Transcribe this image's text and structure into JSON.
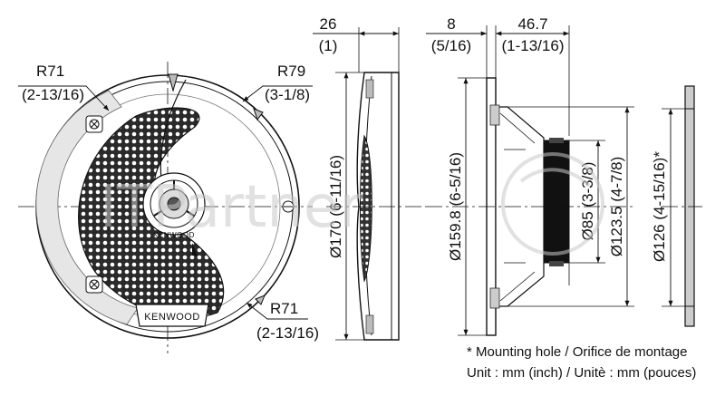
{
  "front_view": {
    "radius_top_left": {
      "value": "R71",
      "inch": "(2-13/16)"
    },
    "radius_top_right": {
      "value": "R79",
      "inch": "(3-1/8)"
    },
    "radius_bottom_right": {
      "value": "R71",
      "inch": "(2-13/16)"
    },
    "brand_badge": "KENWOOD",
    "brand_center": "KENWOOD"
  },
  "side_view": {
    "depth_total": {
      "value": "26",
      "inch": "(1)"
    },
    "diameter_outer": "Ø170 (6-11/16)"
  },
  "profile_view": {
    "flange_thickness": {
      "value": "8",
      "inch": "(5/16)"
    },
    "mount_depth": {
      "value": "46.7",
      "inch": "(1-13/16)"
    },
    "diameter_basket": "Ø159.8 (6-5/16)",
    "diameter_magnet": "Ø85 (3-3/8)",
    "diameter_frame": "Ø123.5 (4-7/8)"
  },
  "mount_view": {
    "diameter_hole": "Ø126 (4-15/16)*"
  },
  "notes": {
    "mounting_hole": "* Mounting hole / Orifice de montage",
    "unit": "Unit : mm (inch) / Unitè : mm (pouces)"
  },
  "watermark": "ITPartner"
}
